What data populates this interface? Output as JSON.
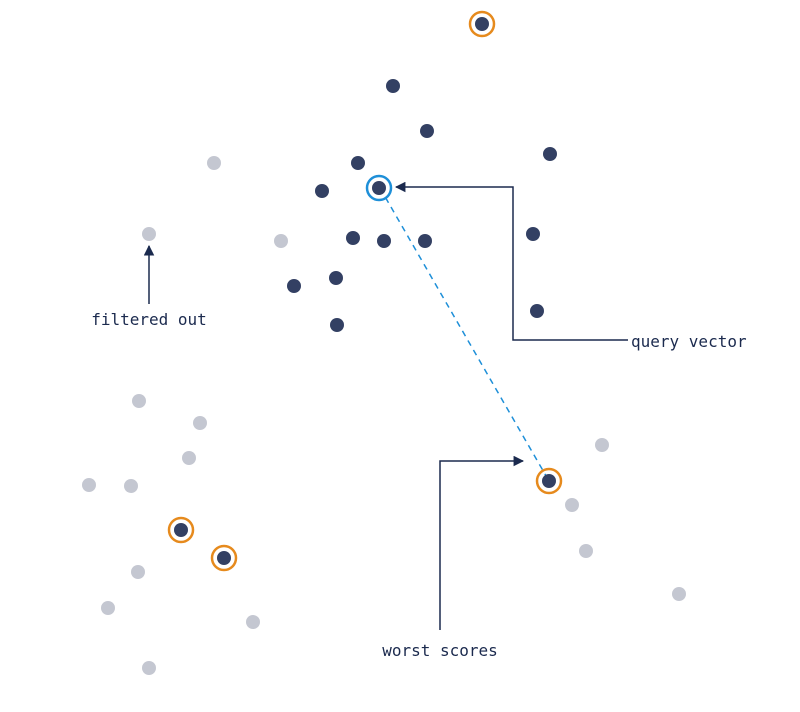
{
  "diagram": {
    "labels": {
      "filtered_out": "filtered out",
      "query_vector": "query vector",
      "worst_scores": "worst scores"
    },
    "colors": {
      "selected_point": "#334063",
      "filtered_point": "#c4c7d1",
      "query_ring": "#1e8fd8",
      "worst_ring": "#e68a1d",
      "annotation": "#1b2a4e",
      "distance_line": "#1e8fd8"
    }
  }
}
